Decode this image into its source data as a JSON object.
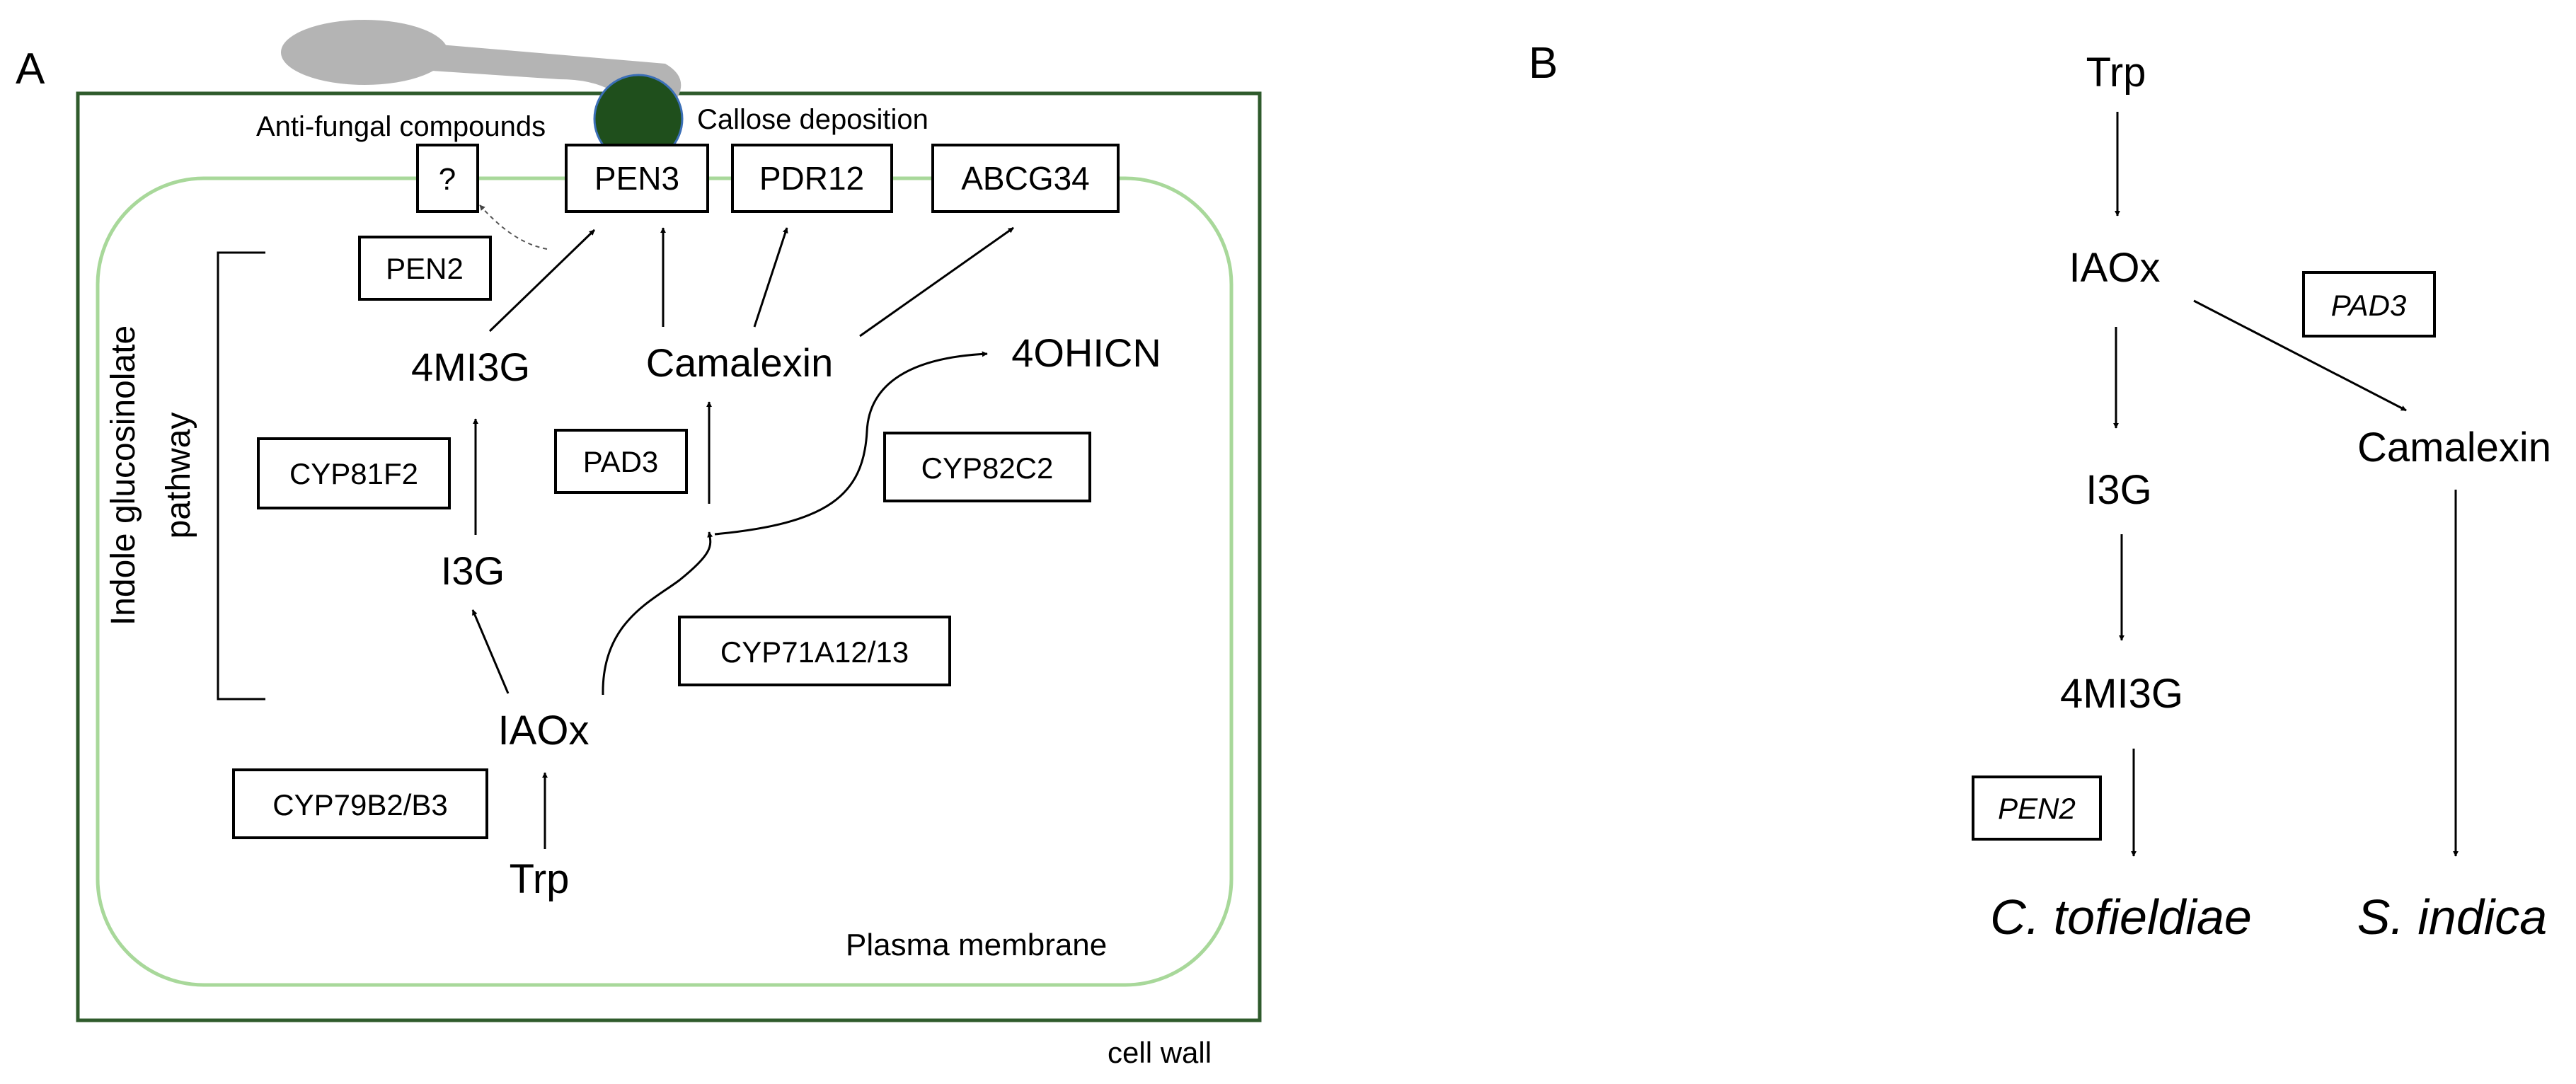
{
  "panel_a": {
    "label": "A",
    "cell_wall": "cell wall",
    "plasma_membrane": "Plasma membrane",
    "callose": "Callose deposition",
    "antifungal": "Anti-fungal compounds",
    "transporters": [
      "?",
      "PEN3",
      "PDR12",
      "ABCG34"
    ],
    "pathway_line1": "Indole glucosinolate",
    "pathway_line2": "pathway",
    "metabolites": {
      "trp": "Trp",
      "iaox": "IAOx",
      "i3g": "I3G",
      "m4i3g": "4MI3G",
      "camalexin": "Camalexin",
      "ohicn": "4OHICN"
    },
    "enzymes": {
      "pen2": "PEN2",
      "cyp81f2": "CYP81F2",
      "pad3": "PAD3",
      "cyp82c2": "CYP82C2",
      "cyp71a": "CYP71A12/13",
      "cyp79b": "CYP79B2/B3"
    },
    "colors": {
      "wall": "#2f5b2c",
      "membrane": "#a8d89a",
      "spore": "#b4b4b4",
      "appressorium": "#1f4f1c"
    }
  },
  "panel_b": {
    "label": "B",
    "metabolites": {
      "trp": "Trp",
      "iaox": "IAOx",
      "i3g": "I3G",
      "m4i3g": "4MI3G",
      "camalexin": "Camalexin"
    },
    "enzymes": {
      "pad3": "PAD3",
      "pen2": "PEN2"
    },
    "organisms": {
      "c_tofieldiae": "C. tofieldiae",
      "s_indica": "S. indica"
    }
  }
}
